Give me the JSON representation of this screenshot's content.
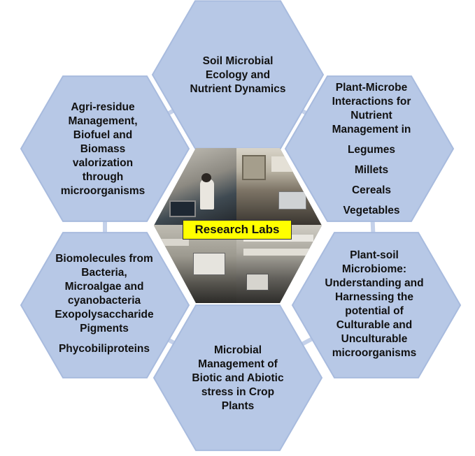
{
  "center": {
    "label": "Research Labs",
    "banner_color": "#ffff00",
    "image": "research-lab-photo-collage"
  },
  "colors": {
    "hex_fill": "#b7c8e6",
    "hex_edge": "#a8bbde",
    "connector": "#c4d1ea"
  },
  "hexagons": [
    {
      "id": "top",
      "lines": [
        "Soil Microbial",
        "Ecology and",
        "Nutrient Dynamics"
      ]
    },
    {
      "id": "top-right",
      "lines": [
        "Plant-Microbe",
        "Interactions for",
        "Nutrient",
        "Management in"
      ],
      "items": [
        "Legumes",
        "Millets",
        "Cereals",
        "Vegetables"
      ]
    },
    {
      "id": "bottom-right",
      "lines": [
        "Plant-soil",
        "Microbiome:",
        "Understanding and",
        "Harnessing the",
        "potential of",
        "Culturable and",
        "Unculturable",
        "microorganisms"
      ]
    },
    {
      "id": "bottom",
      "lines": [
        "Microbial",
        "Management of",
        "Biotic and Abiotic",
        "stress in  Crop",
        "Plants"
      ]
    },
    {
      "id": "bottom-left",
      "lines": [
        "Biomolecules from",
        "Bacteria,",
        "Microalgae and",
        "cyanobacteria",
        "Exopolysaccharide",
        "Pigments"
      ],
      "items": [
        "Phycobiliproteins"
      ]
    },
    {
      "id": "top-left",
      "lines": [
        "Agri-residue",
        "Management,",
        "Biofuel and",
        "Biomass",
        "valorization",
        "through",
        "microorganisms"
      ]
    }
  ]
}
